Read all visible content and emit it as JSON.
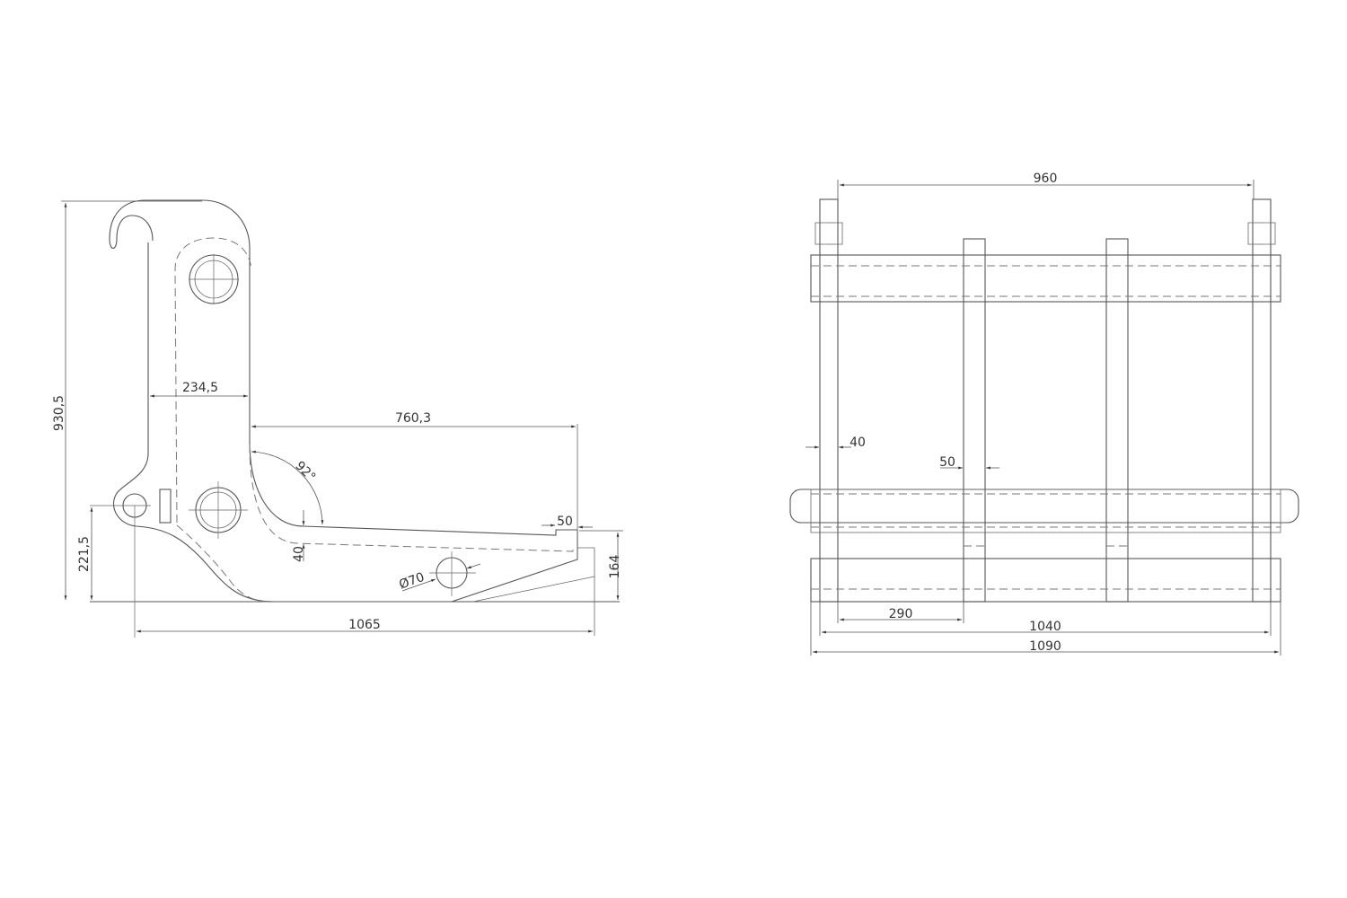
{
  "side_view": {
    "dimensions": {
      "total_height": "930,5",
      "pin_height": "221,5",
      "arm_width": "234,5",
      "fork_length": "760,3",
      "angle": "92°",
      "step_height": "40",
      "tip_offset": "50",
      "tip_height": "164",
      "hole_diameter": "Ø70",
      "total_length": "1065"
    }
  },
  "front_view": {
    "dimensions": {
      "hook_spacing": "960",
      "plate_thickness": "40",
      "rib_thickness": "50",
      "rib_offset": "290",
      "inner_width": "1040",
      "total_width": "1090"
    }
  }
}
